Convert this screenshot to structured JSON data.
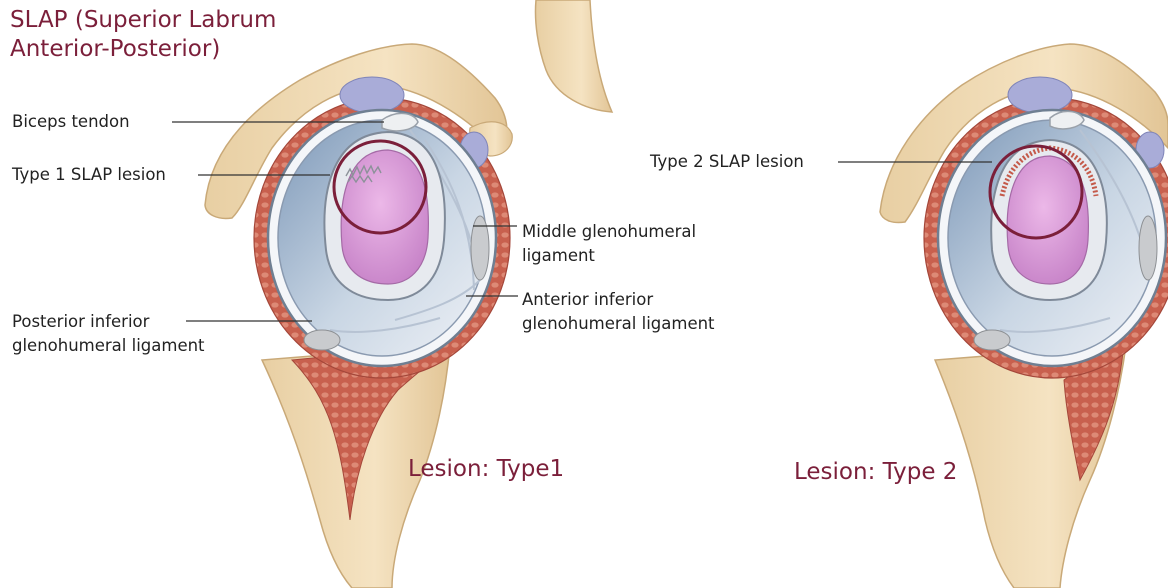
{
  "title": "SLAP (Superior Labrum\nAnterior-Posterior)",
  "labels": {
    "biceps_tendon": "Biceps tendon",
    "type1_lesion": "Type 1 SLAP lesion",
    "posterior_inferior": "Posterior inferior\nglenohumeral ligament",
    "middle_glenohumeral": "Middle glenohumeral\nligament",
    "anterior_inferior": "Anterior inferior\nglenohumeral ligament",
    "type2_lesion": "Type 2 SLAP lesion"
  },
  "captions": {
    "left": "Lesion: Type1",
    "right": "Lesion: Type 2"
  },
  "colors": {
    "accent": "#7b1f3a",
    "bone": "#f0dcb4",
    "muscle": "#c8604e",
    "capsule": "#8fa7bf",
    "cartilage": "#d79ad6"
  }
}
